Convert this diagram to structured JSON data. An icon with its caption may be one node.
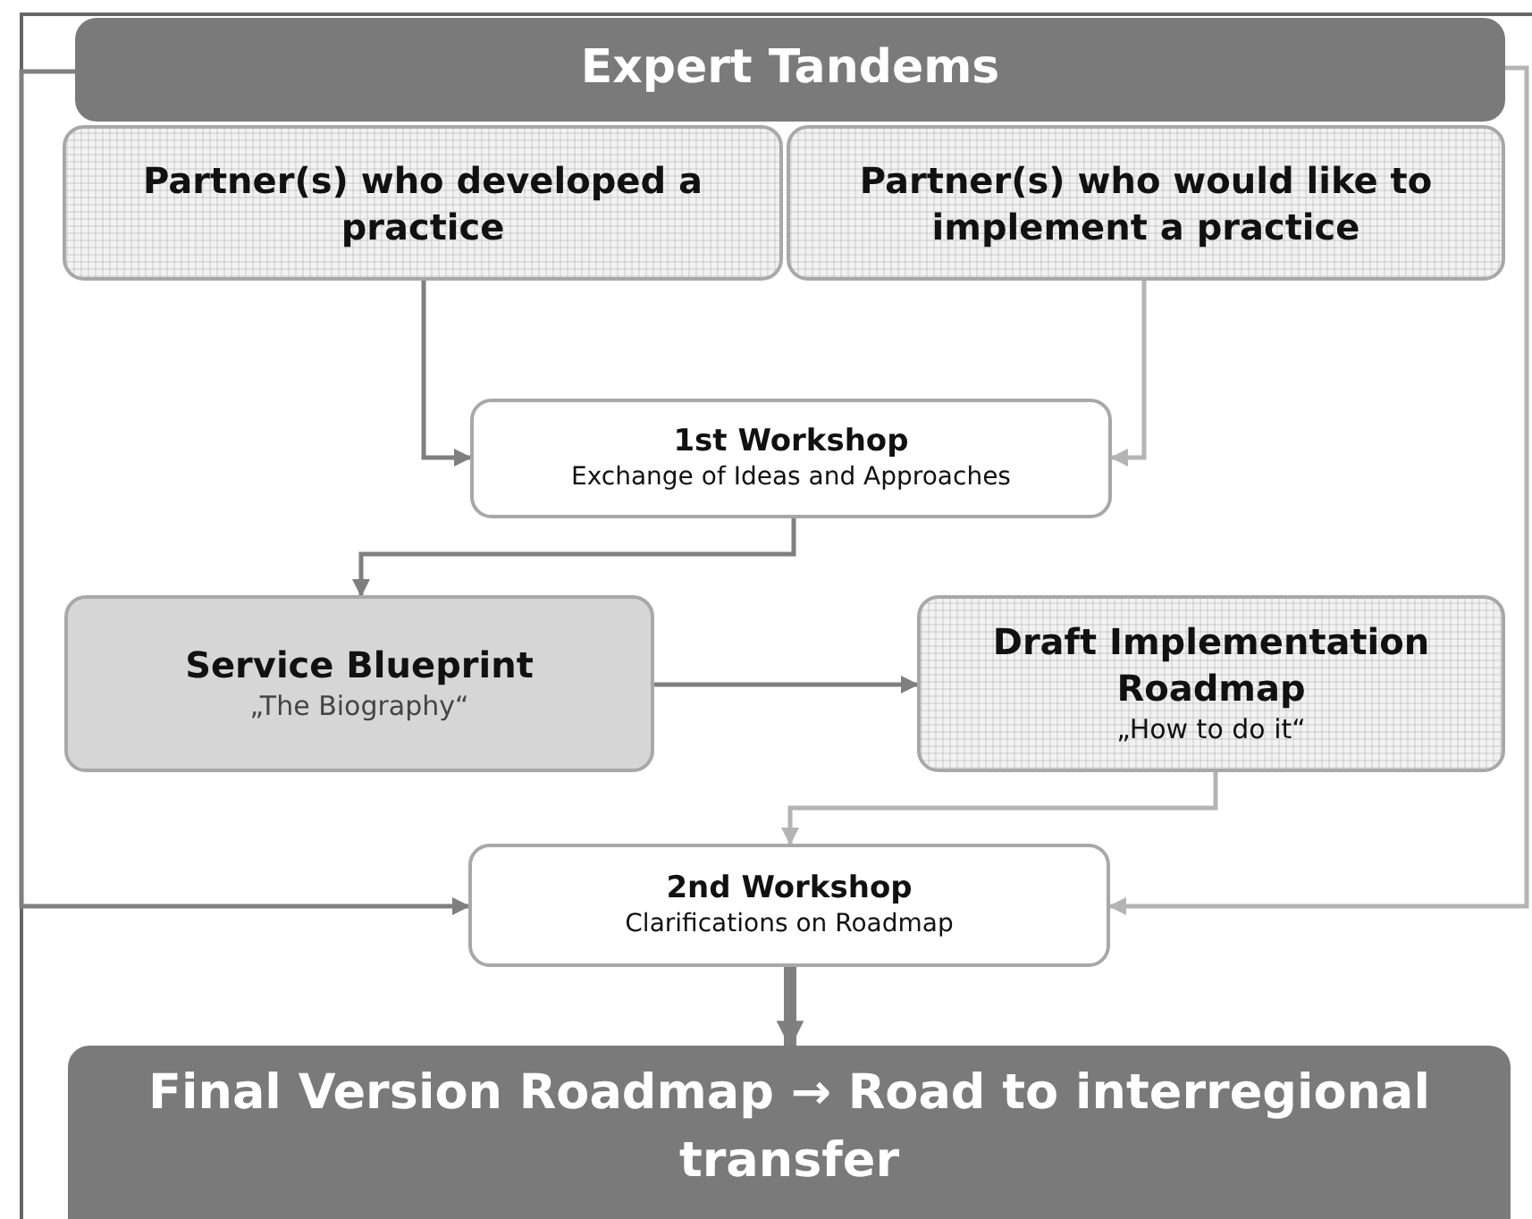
{
  "diagram": {
    "nodes": [
      {
        "text": [
          "Expert Tandems"
        ]
      },
      {
        "text": [
          "Partner(s) who developed a practice"
        ]
      },
      {
        "text": [
          "Partner(s) who would like to implement a practice"
        ]
      },
      {
        "text": [
          "1st Workshop",
          "Exchange of Ideas and Approaches"
        ]
      },
      {
        "text": [
          "Service Blueprint",
          "„The Biography“"
        ]
      },
      {
        "text": [
          "Draft Implementation Roadmap",
          "„How to do it“"
        ]
      },
      {
        "text": [
          "2nd Workshop",
          "Clarifications on Roadmap"
        ]
      },
      {
        "text": [
          "Final Version Roadmap → Road to interregional transfer"
        ]
      }
    ],
    "edges": [
      {
        "from": 1,
        "to": 3,
        "arrow": "to"
      },
      {
        "from": 2,
        "to": 3,
        "arrow": "to",
        "color": "#b4b4b4"
      },
      {
        "from": 3,
        "to": 4,
        "arrow": "to"
      },
      {
        "from": 4,
        "to": 5,
        "arrow": "to"
      },
      {
        "from": 5,
        "to": 6,
        "arrow": "to",
        "color": "#b4b4b4"
      },
      {
        "from": 0,
        "to": 6,
        "arrow": "to"
      },
      {
        "from": 0,
        "to": 6,
        "arrow": "to",
        "color": "#b4b4b4"
      },
      {
        "from": 6,
        "to": 7,
        "arrow": "to",
        "style": "thick"
      }
    ]
  }
}
